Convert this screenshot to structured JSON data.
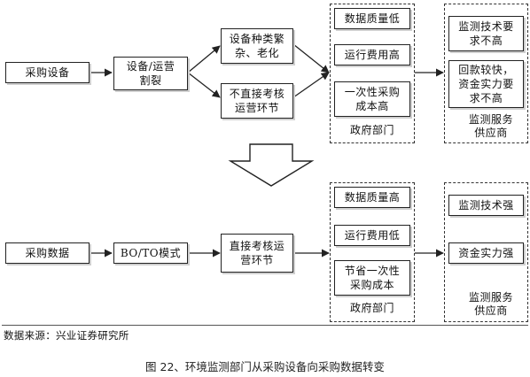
{
  "top": {
    "source_box": "采购设备",
    "split_box": "设备/运营\n割裂",
    "cause_upper": "设备种类繁\n杂、老化",
    "cause_lower": "不直接考核\n运营环节",
    "gov_items": [
      "数据质量低",
      "运行费用高",
      "一次性采购\n成本高"
    ],
    "gov_label": "政府部门",
    "svc_items": [
      "监测技术要\n求不高",
      "回款较快，\n资金实力要\n求不高"
    ],
    "svc_label": "监测服务\n供应商"
  },
  "bottom": {
    "source_box": "采购数据",
    "mode_box": "BO/TO模式",
    "direct_box": "直接考核运\n营环节",
    "gov_items": [
      "数据质量高",
      "运行费用低",
      "节省一次性\n采购成本"
    ],
    "gov_label": "政府部门",
    "svc_items": [
      "监测技术强",
      "资金实力强"
    ],
    "svc_label": "监测服务\n供应商"
  },
  "source_note": "数据来源：兴业证券研究所",
  "caption": "图 22、环境监测部门从采购设备向采购数据转变"
}
